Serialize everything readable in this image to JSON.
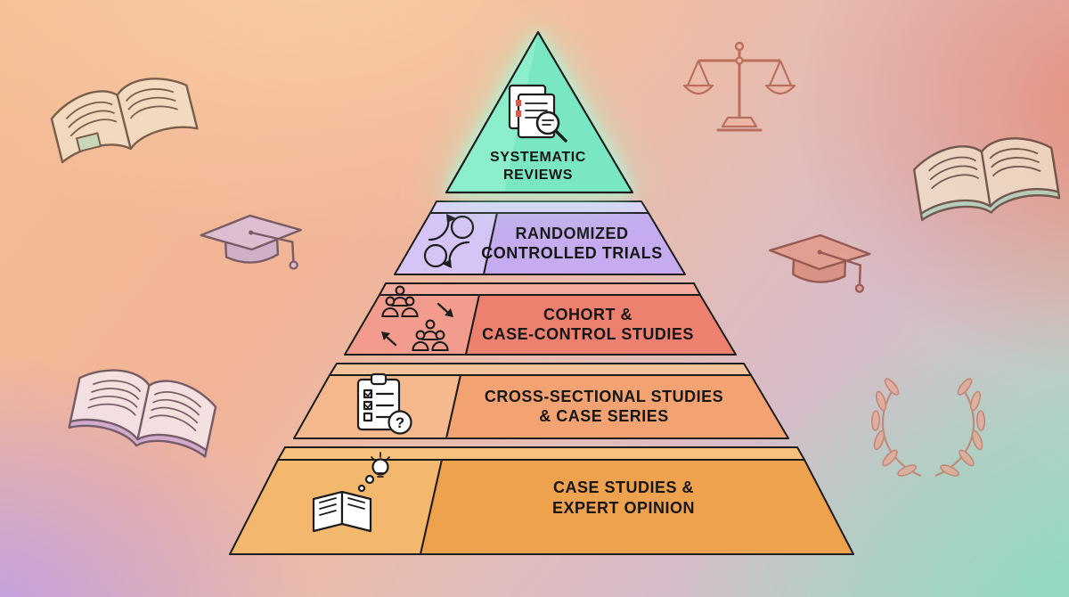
{
  "pyramid": {
    "levels": [
      {
        "id": "systematic-reviews",
        "label_line1": "SYSTEMATIC",
        "label_line2": "REVIEWS",
        "color_front": "#79e7c2",
        "color_left": "#8ceecb",
        "glow_color": "#a5ffe0",
        "icon": "documents-magnifier-icon"
      },
      {
        "id": "randomized-controlled-trials",
        "label_line1": "RANDOMIZED",
        "label_line2": "CONTROLLED TRIALS",
        "color_front": "#c6abf0",
        "color_side": "#d6c4f6",
        "color_top": "#decff8",
        "icon": "cycle-arrows-icon"
      },
      {
        "id": "cohort-case-control-studies",
        "label_line1": "COHORT &",
        "label_line2": "CASE-CONTROL STUDIES",
        "color_front": "#ee8070",
        "color_side": "#f29c8d",
        "color_top": "#f5ac9e",
        "icon": "people-groups-icon"
      },
      {
        "id": "cross-sectional-studies-case-series",
        "label_line1": "CROSS-SECTIONAL STUDIES",
        "label_line2": "& CASE SERIES",
        "color_front": "#f3a371",
        "color_side": "#f6b88d",
        "color_top": "#f8c29b",
        "icon": "clipboard-question-icon"
      },
      {
        "id": "case-studies-expert-opinion",
        "label_line1": "CASE STUDIES &",
        "label_line2": "EXPERT OPINION",
        "color_front": "#efa24e",
        "color_side": "#f3b76e",
        "color_top": "#f6c17d",
        "icon": "notebook-idea-icon"
      }
    ],
    "icon_glyphs": {
      "question_mark": "?"
    },
    "outline_color": "#1c1c1c"
  },
  "background": {
    "corner_colors": {
      "top_left": "#f6c19a",
      "top_right": "#eb9d87",
      "bottom_left": "#c2a3e6",
      "bottom_right": "#9cdcc6"
    },
    "decorations": [
      {
        "name": "open-book-icon",
        "position": "top-left"
      },
      {
        "name": "graduation-cap-icon",
        "position": "mid-left"
      },
      {
        "name": "open-book-icon",
        "position": "bottom-left"
      },
      {
        "name": "balance-scale-icon",
        "position": "top-right"
      },
      {
        "name": "open-book-icon",
        "position": "mid-right"
      },
      {
        "name": "graduation-cap-icon",
        "position": "right"
      },
      {
        "name": "laurel-wreath-icon",
        "position": "bottom-right"
      }
    ]
  }
}
